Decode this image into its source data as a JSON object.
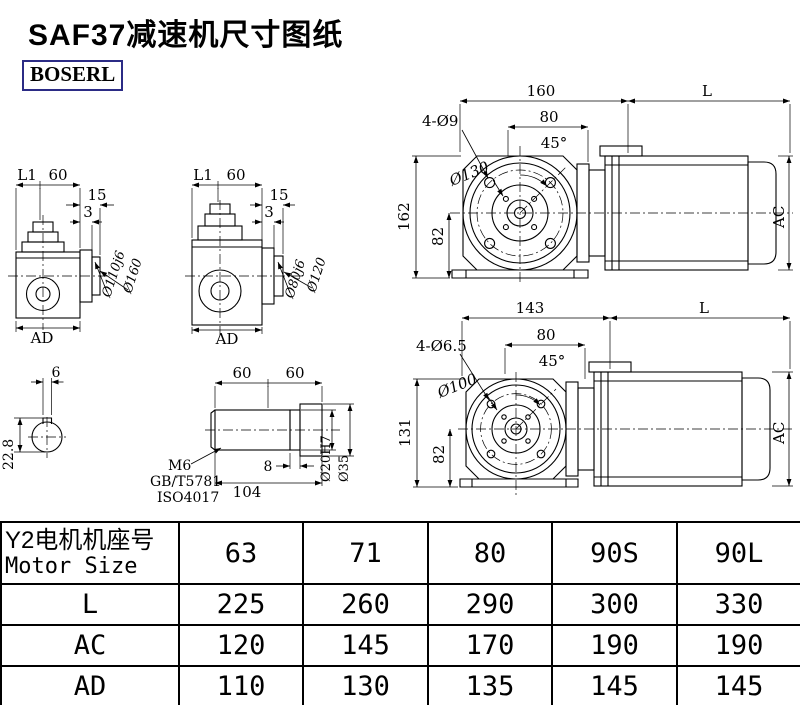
{
  "page": {
    "title": "SAF37减速机尺寸图纸",
    "logo": "BOSERL"
  },
  "drawing": {
    "view_a": {
      "l1": "L1",
      "w60": "60",
      "w15": "15",
      "w3": "3",
      "dia_small": "Ø110j6",
      "dia_big": "Ø160",
      "ad": "AD"
    },
    "view_b": {
      "l1": "L1",
      "w60": "60",
      "w15": "15",
      "w3": "3",
      "dia_small": "Ø80j6",
      "dia_big": "Ø120",
      "ad": "AD"
    },
    "view_c": {
      "w160": "160",
      "len": "L",
      "holes": "4-Ø9",
      "w80": "80",
      "angle": "45°",
      "bolt_circle": "Ø130",
      "h162": "162",
      "h82": "82",
      "ac": "AC"
    },
    "view_d": {
      "w143": "143",
      "len": "L",
      "holes": "4-Ø6.5",
      "w80": "80",
      "angle": "45°",
      "bolt_circle": "Ø100",
      "h131": "131",
      "h82": "82",
      "ac": "AC"
    },
    "view_e": {
      "w6": "6",
      "h228": "22.8"
    },
    "view_f": {
      "w60a": "60",
      "w60b": "60",
      "thread": "M6",
      "std1": "GB/T5781",
      "std2": "ISO4017",
      "w8": "8",
      "w104": "104",
      "bore": "Ø20H7",
      "dia35": "Ø35"
    }
  },
  "table": {
    "header_cn": "Y2电机机座号",
    "header_en": "Motor Size",
    "sizes": [
      "63",
      "71",
      "80",
      "90S",
      "90L"
    ],
    "rows": [
      {
        "label": "L",
        "values": [
          "225",
          "260",
          "290",
          "300",
          "330"
        ]
      },
      {
        "label": "AC",
        "values": [
          "120",
          "145",
          "170",
          "190",
          "190"
        ]
      },
      {
        "label": "AD",
        "values": [
          "110",
          "130",
          "135",
          "145",
          "145"
        ]
      }
    ]
  }
}
